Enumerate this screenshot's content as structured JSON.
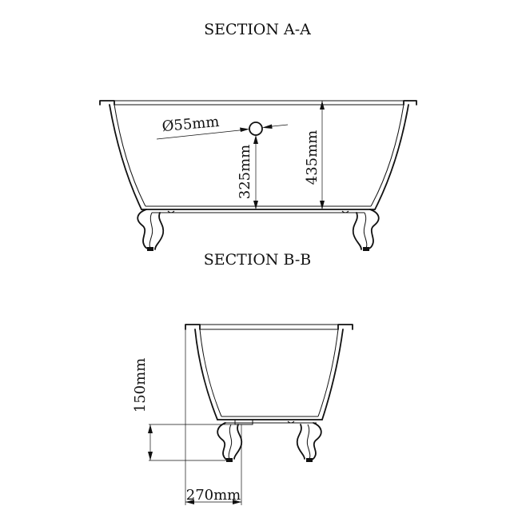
{
  "section_a": {
    "title": "SECTION A-A",
    "drain_label": "Ø55mm",
    "drain_height_label": "325mm",
    "total_height_label": "435mm"
  },
  "section_b": {
    "title": "SECTION B-B",
    "height_label": "150mm",
    "offset_label": "270mm"
  }
}
